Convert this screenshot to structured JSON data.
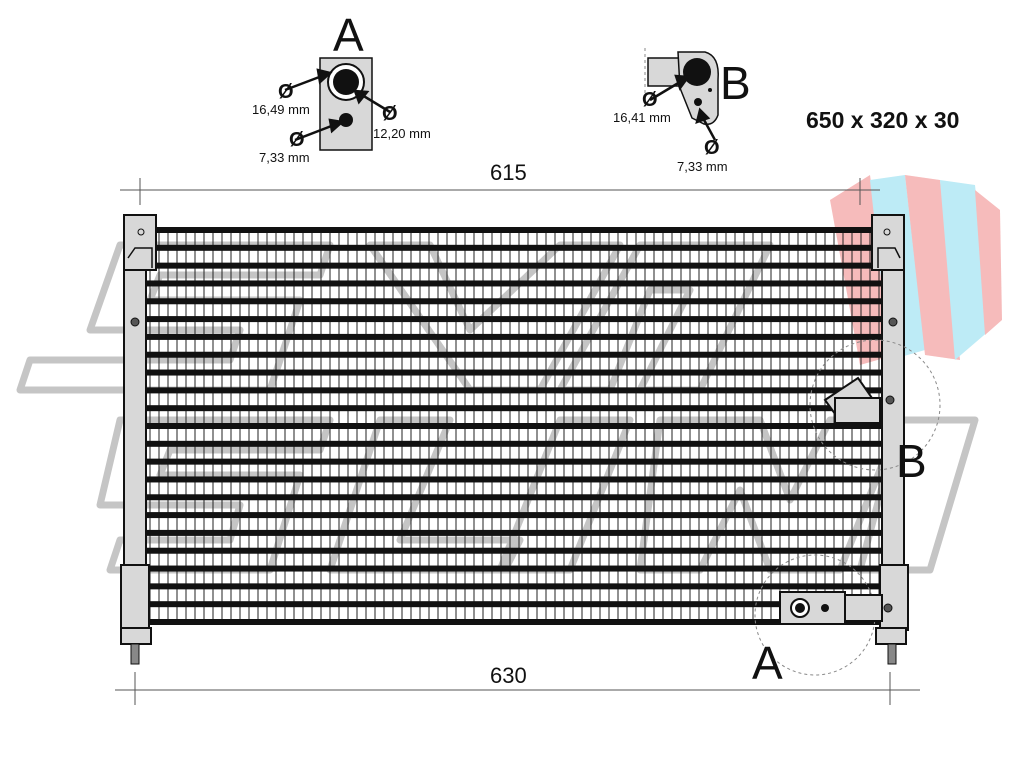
{
  "product": {
    "overall_size": "650 x 320 x 30",
    "dimension_top": "615",
    "dimension_bottom": "630"
  },
  "detail_a": {
    "letter": "A",
    "port_large_diameter": "16,49 mm",
    "port_secondary_diameter": "12,20 mm",
    "bolt_hole_diameter": "7,33 mm",
    "diameter_symbol": "Ø"
  },
  "detail_b": {
    "letter": "B",
    "port_diameter": "16,41 mm",
    "bolt_hole_diameter": "7,33 mm",
    "diameter_symbol": "Ø"
  },
  "callouts": {
    "label_a": "A",
    "label_b": "B"
  },
  "colors": {
    "line": "#111111",
    "frame_fill": "#d8d8d8",
    "watermark_grey": "#bfbfbf",
    "watermark_pink": "#f4a6a6",
    "watermark_blue": "#a8e4f2"
  }
}
